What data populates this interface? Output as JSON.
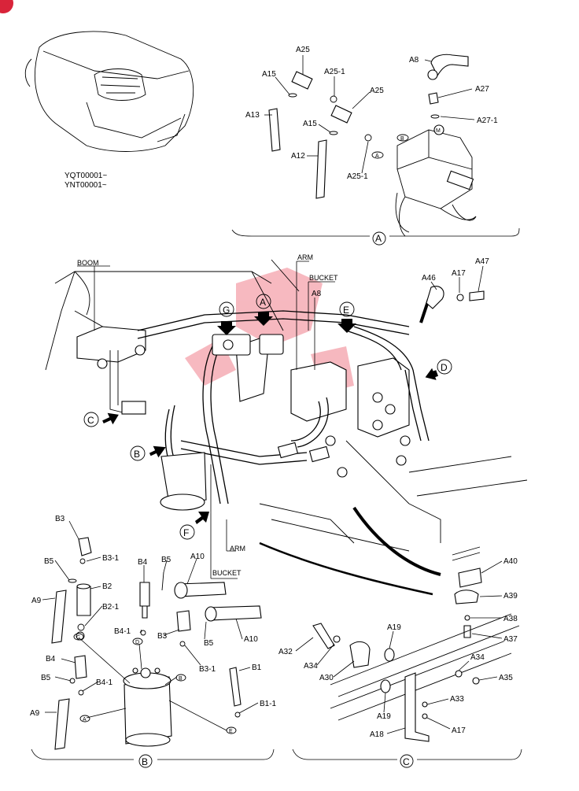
{
  "serials": [
    "YQT00001~",
    "YNT00001~"
  ],
  "views": {
    "a": "A",
    "b": "B",
    "c": "C",
    "d": "D",
    "e": "E",
    "f": "F",
    "g": "G",
    "m": "M"
  },
  "lines": {
    "boom": "BOOM",
    "arm": "ARM",
    "bucket": "BUCKET"
  },
  "parts": {
    "A8": "A8",
    "A9": "A9",
    "A10": "A10",
    "A12": "A12",
    "A13": "A13",
    "A15": "A15",
    "A17": "A17",
    "A18": "A18",
    "A19": "A19",
    "A25": "A25",
    "A25_1": "A25-1",
    "A27": "A27",
    "A27_1": "A27-1",
    "A30": "A30",
    "A32": "A32",
    "A33": "A33",
    "A34": "A34",
    "A35": "A35",
    "A37": "A37",
    "A38": "A38",
    "A39": "A39",
    "A40": "A40",
    "A46": "A46",
    "A47": "A47",
    "B1": "B1",
    "B1_1": "B1-1",
    "B2": "B2",
    "B2_1": "B2-1",
    "B3": "B3",
    "B3_1": "B3-1",
    "B4": "B4",
    "B4_1": "B4-1",
    "B5": "B5"
  },
  "colors": {
    "ink": "#000000",
    "watermark": "#e8374a",
    "badge": "#d9243a"
  }
}
